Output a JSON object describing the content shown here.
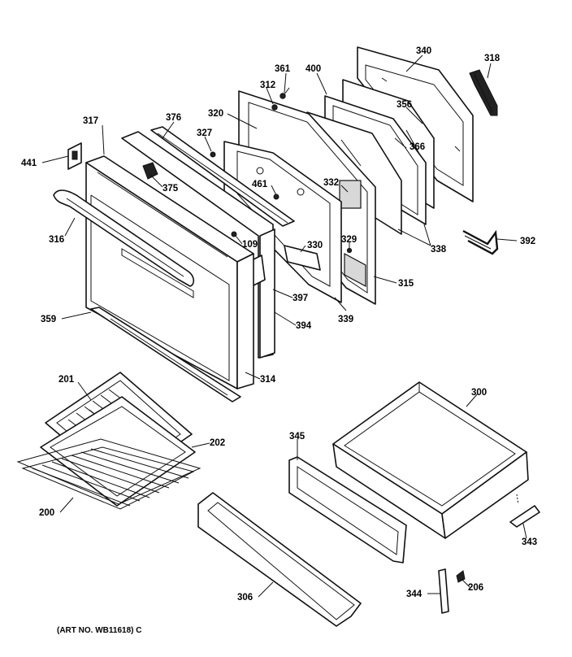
{
  "labels": {
    "p340": "340",
    "p318": "318",
    "p361": "361",
    "p400": "400",
    "p312": "312",
    "p356": "356",
    "p320": "320",
    "p366": "366",
    "p317": "317",
    "p376": "376",
    "p327": "327",
    "p441": "441",
    "p375": "375",
    "p461": "461",
    "p332": "332",
    "p338": "338",
    "p392": "392",
    "p316": "316",
    "p329": "329",
    "p109": "109",
    "p330": "330",
    "p315": "315",
    "p397": "397",
    "p359": "359",
    "p339": "339",
    "p394": "394",
    "p314": "314",
    "p201": "201",
    "p300": "300",
    "p345": "345",
    "p202": "202",
    "p200": "200",
    "p343": "343",
    "p306": "306",
    "p344": "344",
    "p206": "206"
  },
  "caption": "(ART NO. WB11618) C"
}
